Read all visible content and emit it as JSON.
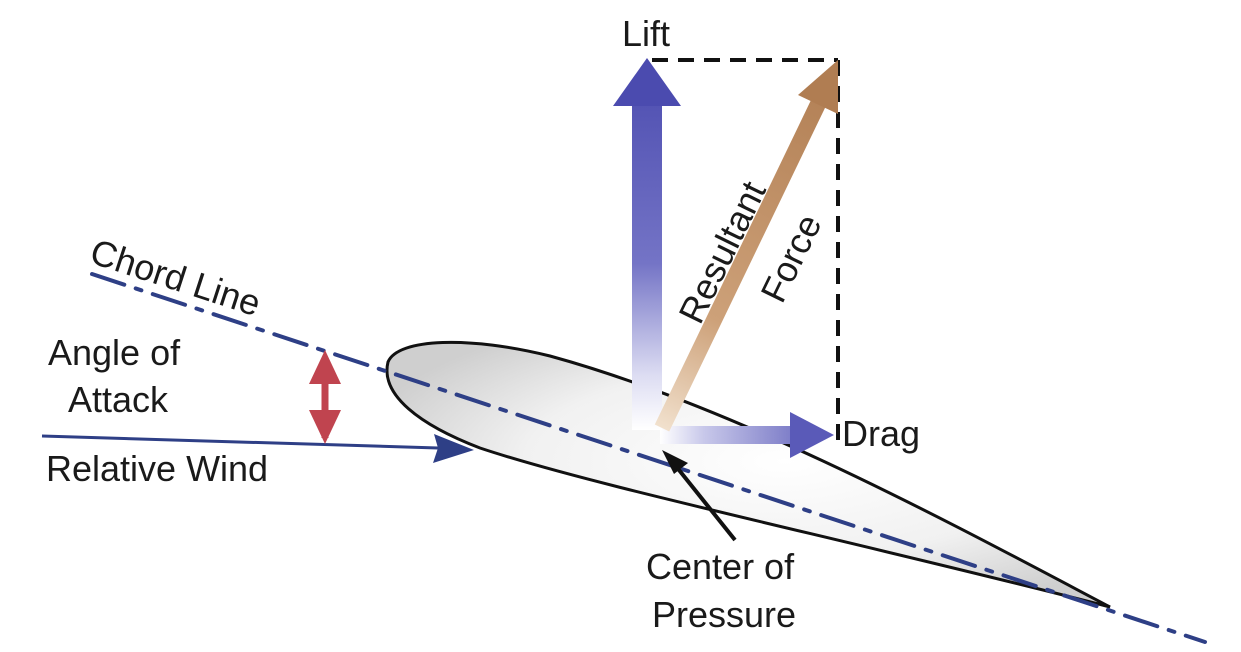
{
  "labels": {
    "lift": "Lift",
    "drag": "Drag",
    "resultant": "Resultant",
    "force": "Force",
    "chord_line": "Chord Line",
    "angle_of_attack_line1": "Angle of",
    "angle_of_attack_line2": "Attack",
    "relative_wind": "Relative Wind",
    "center_of_pressure_line1": "Center of",
    "center_of_pressure_line2": "Pressure"
  },
  "colors": {
    "lift_arrow": "#5a5ab8",
    "drag_arrow": "#5a5ab8",
    "resultant_arrow": "#b8875a",
    "chord_line": "#2e3f86",
    "relative_wind": "#2e3f86",
    "angle_marker": "#c0444f"
  }
}
